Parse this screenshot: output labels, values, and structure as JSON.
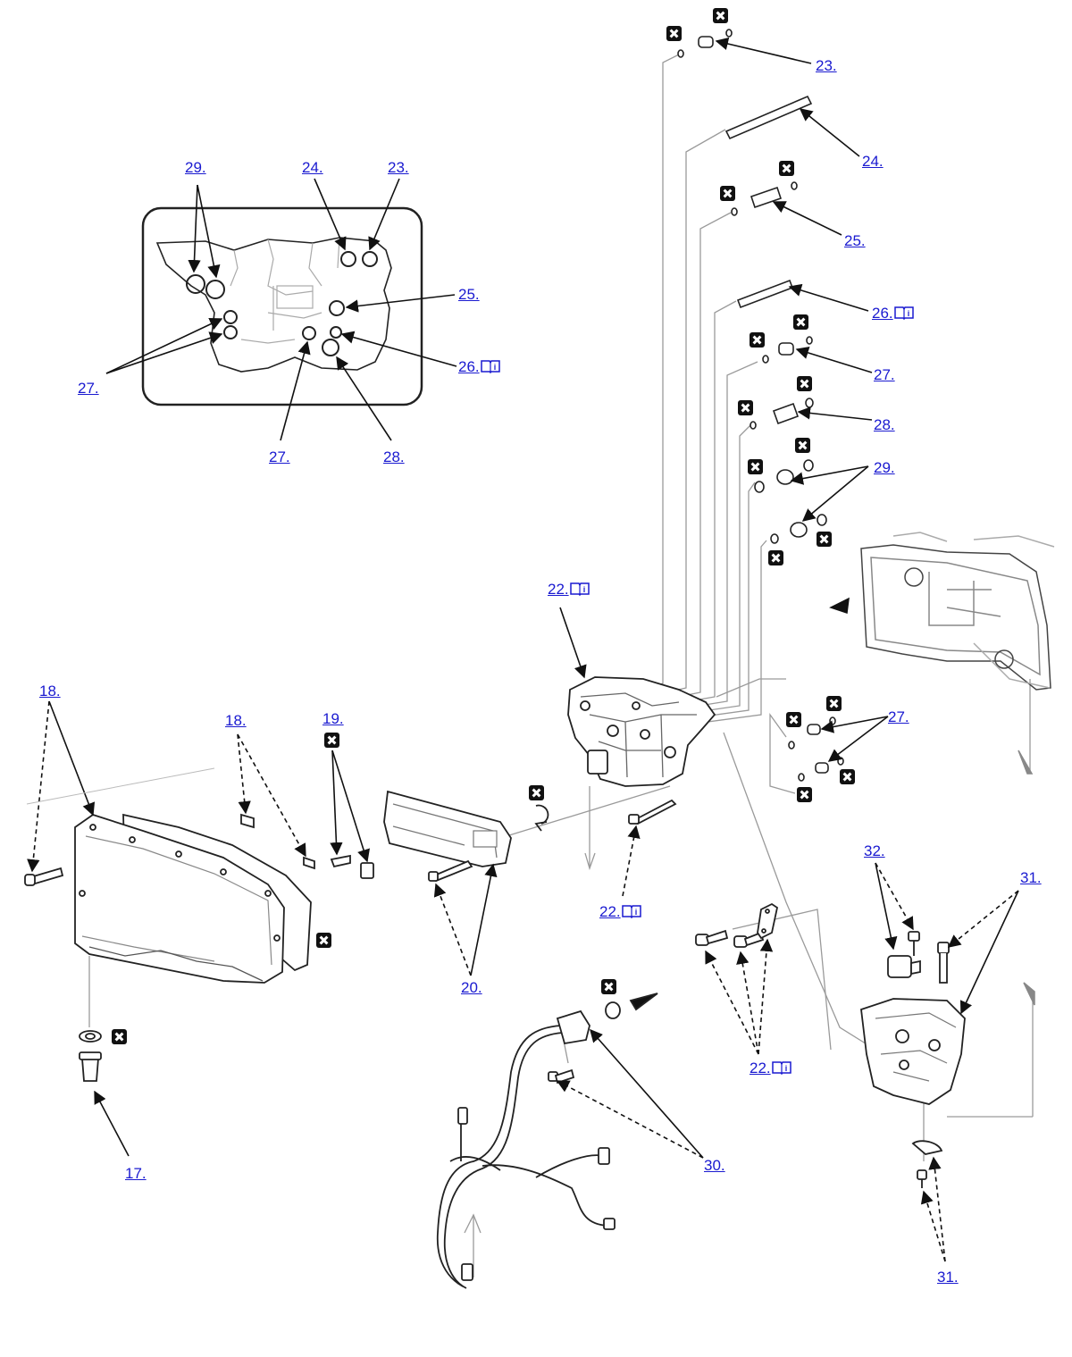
{
  "callouts": {
    "c23_top": "23.",
    "c24_right": "24.",
    "c25_right": "25.",
    "c26_right": "26.",
    "c27_right": "27.",
    "c28_right": "28.",
    "c29_right": "29.",
    "c29_inset": "29.",
    "c24_inset": "24.",
    "c23_inset": "23.",
    "c25_inset": "25.",
    "c26_inset": "26.",
    "c27_inset_left": "27.",
    "c27_inset_bottom": "27.",
    "c28_inset_bottom": "28.",
    "c22_top": "22.",
    "c18_left": "18.",
    "c18_mid": "18.",
    "c19": "19.",
    "c27_lower": "27.",
    "c22_mid": "22.",
    "c20": "20.",
    "c22_bottom": "22.",
    "c32": "32.",
    "c31_top": "31.",
    "c17": "17.",
    "c30": "30.",
    "c31_bottom": "31."
  },
  "icons": {
    "replace_marker": "x-box-icon",
    "reference_marker": "service-manual-book-icon"
  },
  "colors": {
    "callout_text": "#1a1ad0",
    "line_art": "#222222",
    "leader_grey": "#9a9a9a"
  }
}
